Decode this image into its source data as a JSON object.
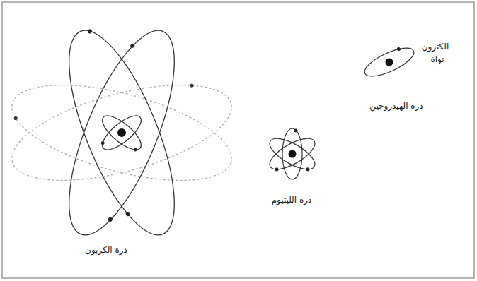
{
  "diagram": {
    "labels": [
      "الكترون",
      "نواة",
      "ذرة الهيدروجين",
      "ذرة الليثيوم",
      "ذرة الكربون"
    ]
  }
}
